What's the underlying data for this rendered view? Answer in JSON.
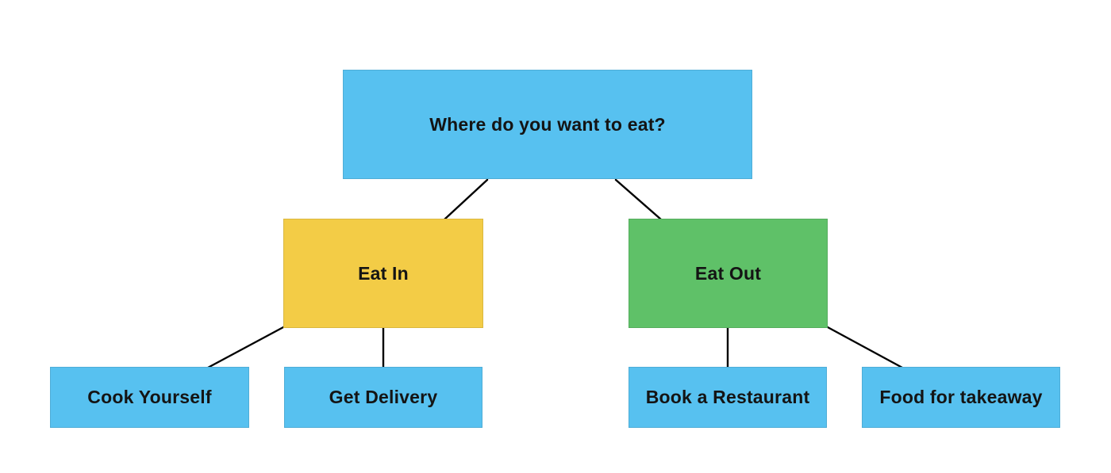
{
  "diagram": {
    "type": "decision-tree-flowchart",
    "colors": {
      "node_blue": "#57C1F0",
      "node_yellow": "#F3CC46",
      "node_green": "#5FC168",
      "connector": "#000000",
      "text": "#141414",
      "background": "#FFFFFF"
    },
    "nodes": {
      "root": {
        "label": "Where do you want to eat?",
        "color": "#57C1F0"
      },
      "eat_in": {
        "label": "Eat In",
        "color": "#F3CC46"
      },
      "eat_out": {
        "label": "Eat Out",
        "color": "#5FC168"
      },
      "cook_yourself": {
        "label": "Cook Yourself",
        "color": "#57C1F0"
      },
      "get_delivery": {
        "label": "Get Delivery",
        "color": "#57C1F0"
      },
      "book_restaurant": {
        "label": "Book a Restaurant",
        "color": "#57C1F0"
      },
      "food_takeaway": {
        "label": "Food for takeaway",
        "color": "#57C1F0"
      }
    },
    "edges": [
      {
        "from": "root",
        "to": "eat_in"
      },
      {
        "from": "root",
        "to": "eat_out"
      },
      {
        "from": "eat_in",
        "to": "cook_yourself"
      },
      {
        "from": "eat_in",
        "to": "get_delivery"
      },
      {
        "from": "eat_out",
        "to": "book_restaurant"
      },
      {
        "from": "eat_out",
        "to": "food_takeaway"
      }
    ]
  }
}
